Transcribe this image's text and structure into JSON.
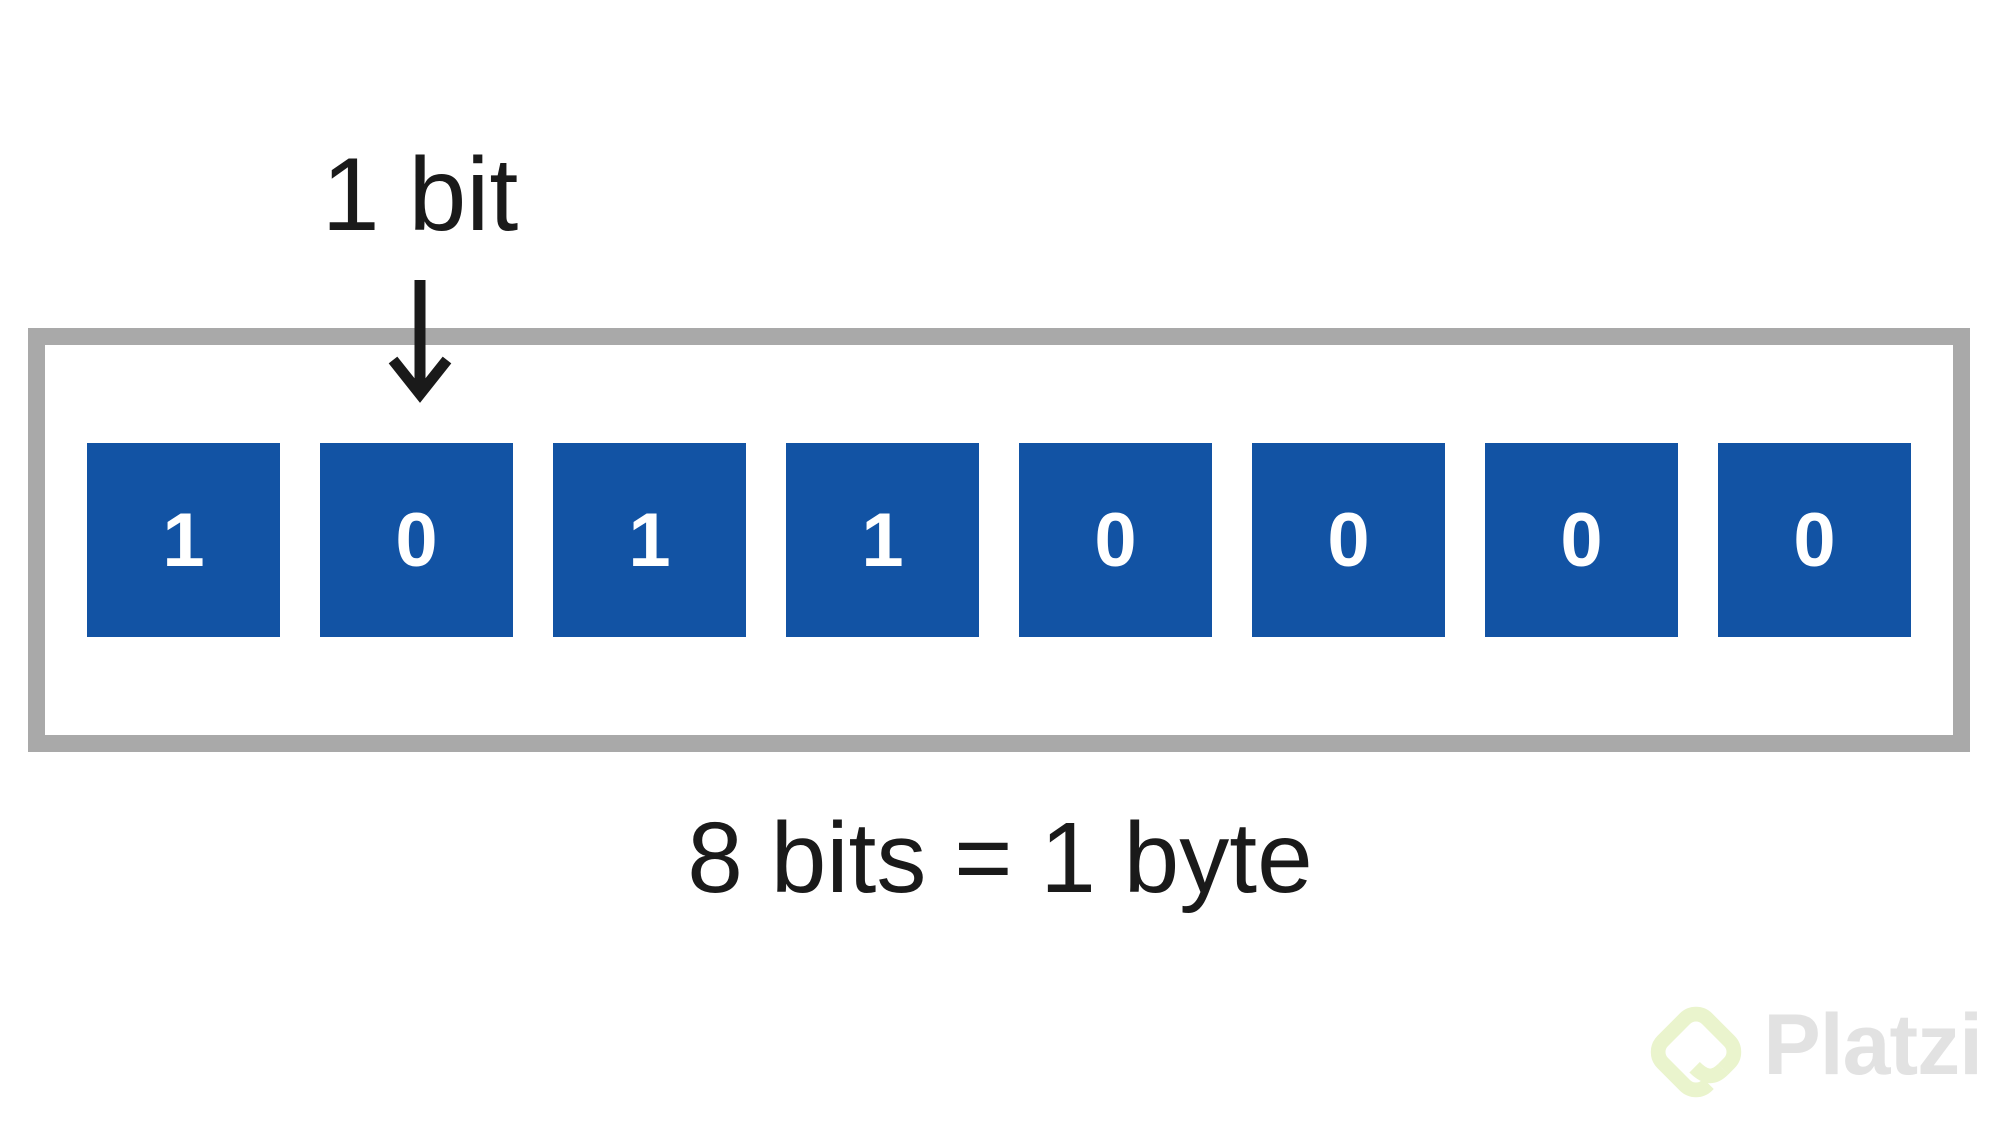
{
  "annotation": {
    "label": "1 bit"
  },
  "byte_frame": {
    "bits": [
      "1",
      "0",
      "1",
      "1",
      "0",
      "0",
      "0",
      "0"
    ],
    "bit_count": 8
  },
  "caption": {
    "text": "8 bits = 1 byte"
  },
  "watermark": {
    "brand": "Platzi",
    "icon": "platzi-diamond-icon"
  },
  "colors": {
    "background": "#ffffff",
    "bit_square": "#1253a4",
    "bit_digit": "#ffffff",
    "frame_border": "#a9a9a9",
    "text_ink": "#1a1a1a",
    "watermark_text": "#e2e2e2",
    "watermark_icon": "#eaf4cd"
  }
}
